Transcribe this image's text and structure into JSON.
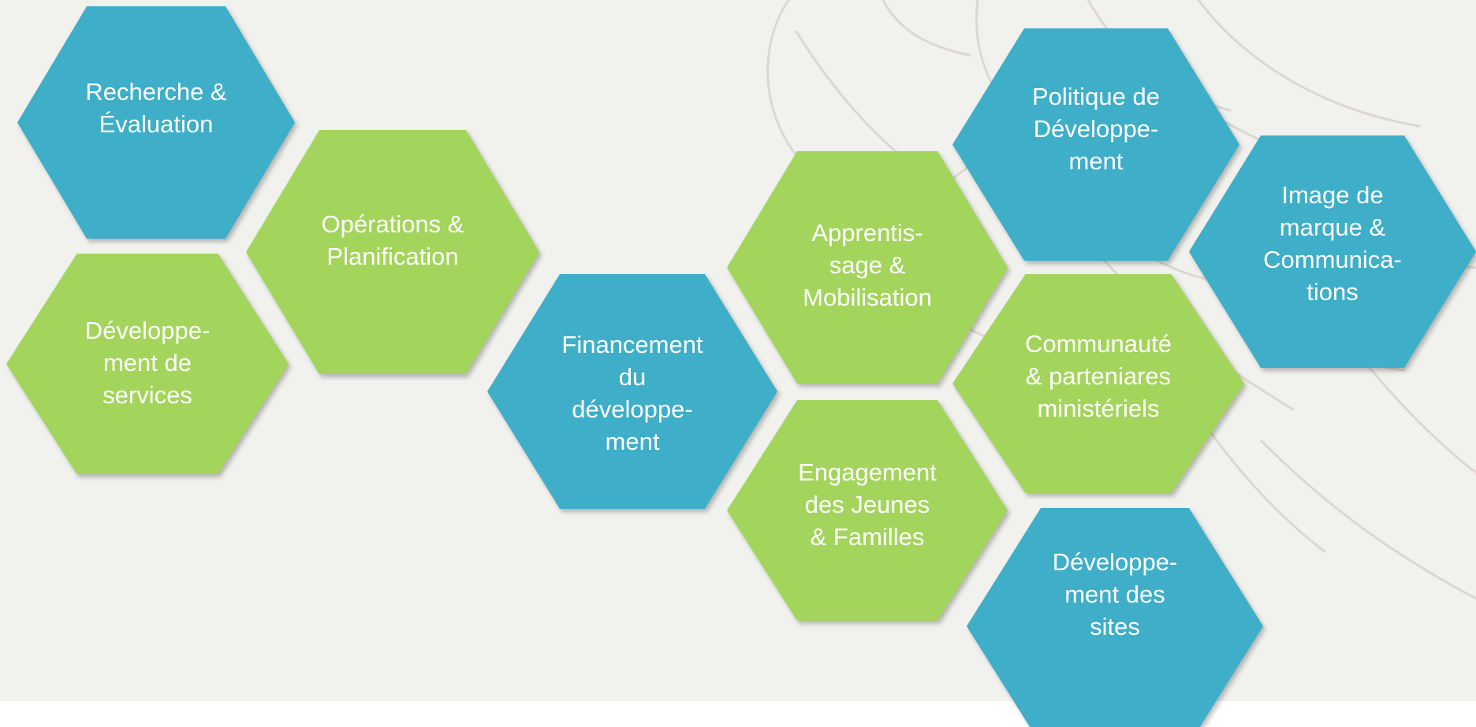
{
  "colors": {
    "blue": "#3eaec9",
    "green": "#a3d55c",
    "background": "#f1f1ee",
    "text": "#ffffff"
  },
  "hexagons": {
    "recherche": "Recherche &\nÉvaluation",
    "operations": "Opérations &\nPlanification",
    "services": "Développe-\nment de\nservices",
    "financement": "Financement\ndu\ndéveloppe-\nment",
    "apprentissage": "Apprentis-\nsage &\nMobilisation",
    "engagement": "Engagement\ndes Jeunes\n& Familles",
    "politique": "Politique de\nDéveloppe-\nment",
    "communaute": "Communauté\n&  parteniares\nministériels",
    "image": "Image de\nmarque &\nCommunica-\ntions",
    "sites": "Développe-\nment des\nsites"
  }
}
